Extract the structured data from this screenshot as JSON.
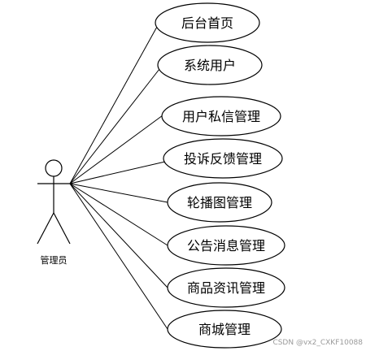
{
  "actor": {
    "label": "管理员"
  },
  "use_cases": [
    "后台首页",
    "系统用户",
    "用户私信管理",
    "投诉反馈管理",
    "轮播图管理",
    "公告消息管理",
    "商品资讯管理",
    "商城管理"
  ],
  "watermark": "CSDN @vx2_CXKF10088",
  "colors": {
    "stroke": "#000000",
    "background": "#ffffff",
    "watermark": "#9a9a9a"
  }
}
